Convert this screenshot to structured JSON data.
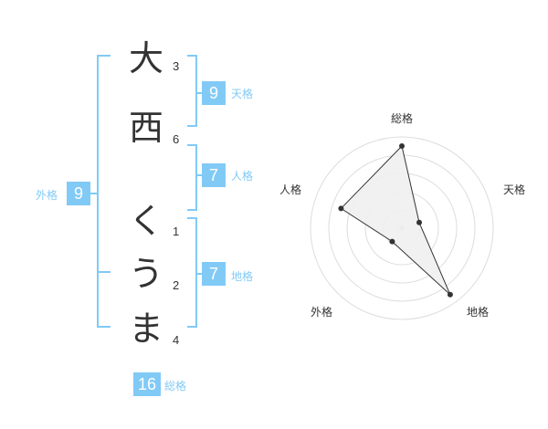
{
  "name": {
    "chars": [
      {
        "char": "大",
        "strokes": "3"
      },
      {
        "char": "西",
        "strokes": "6"
      },
      {
        "char": "く",
        "strokes": "1"
      },
      {
        "char": "う",
        "strokes": "2"
      },
      {
        "char": "ま",
        "strokes": "4"
      }
    ]
  },
  "kakusu": {
    "tenkaku": {
      "value": "9",
      "label": "天格"
    },
    "jinkaku": {
      "value": "7",
      "label": "人格"
    },
    "chikaku": {
      "value": "7",
      "label": "地格"
    },
    "gaikaku": {
      "value": "9",
      "label": "外格"
    },
    "soukaku": {
      "value": "16",
      "label": "総格"
    }
  },
  "colors": {
    "accent": "#81caf6",
    "text": "#333333",
    "grid": "#dddddd",
    "fill": "#f0f0f0"
  },
  "chart_data": {
    "type": "radar",
    "axes": [
      "総格",
      "天格",
      "地格",
      "外格",
      "人格"
    ],
    "values": [
      4.5,
      1.0,
      4.5,
      0.9,
      3.5
    ],
    "range": [
      0,
      5
    ],
    "rings": 5
  }
}
